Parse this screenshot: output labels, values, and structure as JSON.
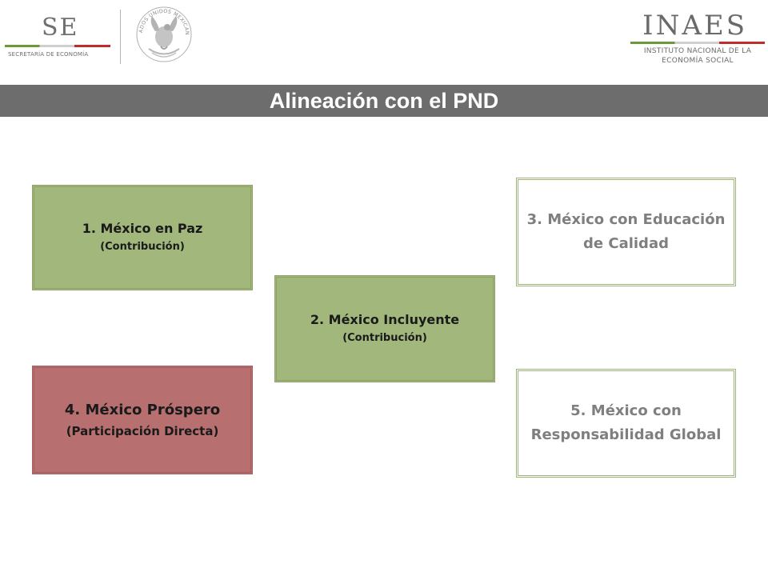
{
  "header": {
    "se_logo": {
      "letters": "SE",
      "subtitle": "SECRETARÍA DE ECONOMÍA"
    },
    "seal": {
      "icon": "national-seal-icon",
      "ring_text": "ESTADOS UNIDOS MEXICANOS"
    },
    "inaes_logo": {
      "letters": "INAES",
      "subtitle_line1": "INSTITUTO NACIONAL DE LA",
      "subtitle_line2": "ECONOMÍA SOCIAL"
    }
  },
  "title": "Alineación con el PND",
  "boxes": [
    {
      "label": "1. México en Paz",
      "note": "(Contribución)"
    },
    {
      "label": "2. México Incluyente",
      "note": "(Contribución)"
    },
    {
      "label": "3. México con Educación de Calidad"
    },
    {
      "label": "4. México Próspero",
      "note": "(Participación Directa)"
    },
    {
      "label": "5. México con Responsabilidad Global"
    }
  ],
  "colors": {
    "title_bar": "#6d6d6d",
    "green_box": "#a1b77b",
    "red_box": "#b76f70",
    "white_box_text": "#7f7f7f"
  }
}
